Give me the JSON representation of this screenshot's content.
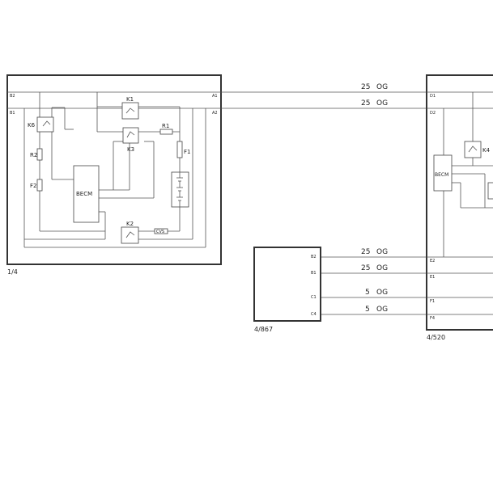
{
  "units": {
    "u1_4": {
      "id": "1/4",
      "pins": [
        "B2",
        "B1",
        "A1",
        "A2"
      ]
    },
    "u4_867": {
      "id": "4/867",
      "pins": [
        "B2",
        "B1",
        "C1",
        "C4"
      ]
    },
    "u4_520": {
      "id": "4/520",
      "pins": [
        "D1",
        "D2",
        "E2",
        "E1",
        "F1",
        "F4"
      ]
    }
  },
  "components": {
    "k1": "K1",
    "k2": "K2",
    "k3": "K3",
    "k4": "K4",
    "k6": "K6",
    "r1": "R1",
    "r2": "R2",
    "f1": "F1",
    "f2": "F2",
    "becm": "BECM",
    "becm2": "BECM",
    "cvs": "CVS"
  },
  "wires": [
    {
      "size": "25",
      "color": "OG"
    },
    {
      "size": "25",
      "color": "OG"
    },
    {
      "size": "25",
      "color": "OG"
    },
    {
      "size": "25",
      "color": "OG"
    },
    {
      "size": "5",
      "color": "OG"
    },
    {
      "size": "5",
      "color": "OG"
    }
  ]
}
